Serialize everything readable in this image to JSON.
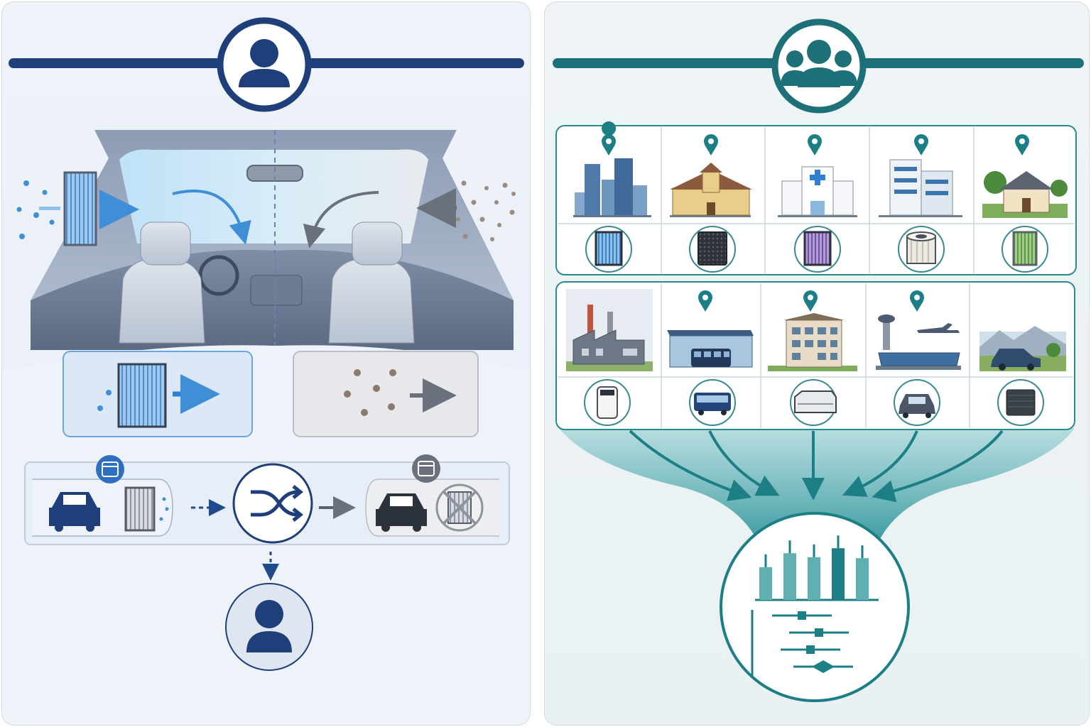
{
  "colors": {
    "navy": "#1f4a8c",
    "blue_accent": "#3f8fd6",
    "teal": "#1d7f86",
    "teal_light": "#6fb9be",
    "gray_dark": "#5f6570",
    "particle_brown": "#8a7a6e"
  },
  "left_panel": {
    "header_icon": "single-person-icon",
    "scene": "car-cabin-interior",
    "inflow_left": "clean-air-through-filter",
    "inflow_right": "unfiltered-particles",
    "card_left_icon": "pleated-filter-icon",
    "card_right_icon": "particles-icon",
    "timeline_left_badge": "calendar-icon",
    "timeline_right_badge": "calendar-icon",
    "center_icon": "shuffle-icon",
    "bottom_icon": "single-person-icon"
  },
  "right_panel": {
    "header_icon": "group-people-icon",
    "row1": [
      {
        "place": "city-skyline",
        "device": "blue-pleated-filter"
      },
      {
        "place": "school",
        "device": "carbon-filter"
      },
      {
        "place": "hospital",
        "device": "purple-pleated-filter"
      },
      {
        "place": "office-building",
        "device": "cylindrical-filter"
      },
      {
        "place": "house",
        "device": "green-pleated-filter"
      }
    ],
    "row2": [
      {
        "place": "factory",
        "device": "air-purifier"
      },
      {
        "place": "bus-station",
        "device": "bus"
      },
      {
        "place": "apartment-building",
        "device": "ceiling-cassette-unit"
      },
      {
        "place": "airport",
        "device": "car"
      },
      {
        "place": "car-in-landscape",
        "device": "outdoor-ac-unit"
      }
    ],
    "result_icon": "forest-plot-icon",
    "bars": [
      0.33,
      0.47,
      0.43,
      0.52,
      0.42
    ],
    "forest_rows": [
      0.35,
      0.55,
      0.45,
      0.6
    ]
  }
}
